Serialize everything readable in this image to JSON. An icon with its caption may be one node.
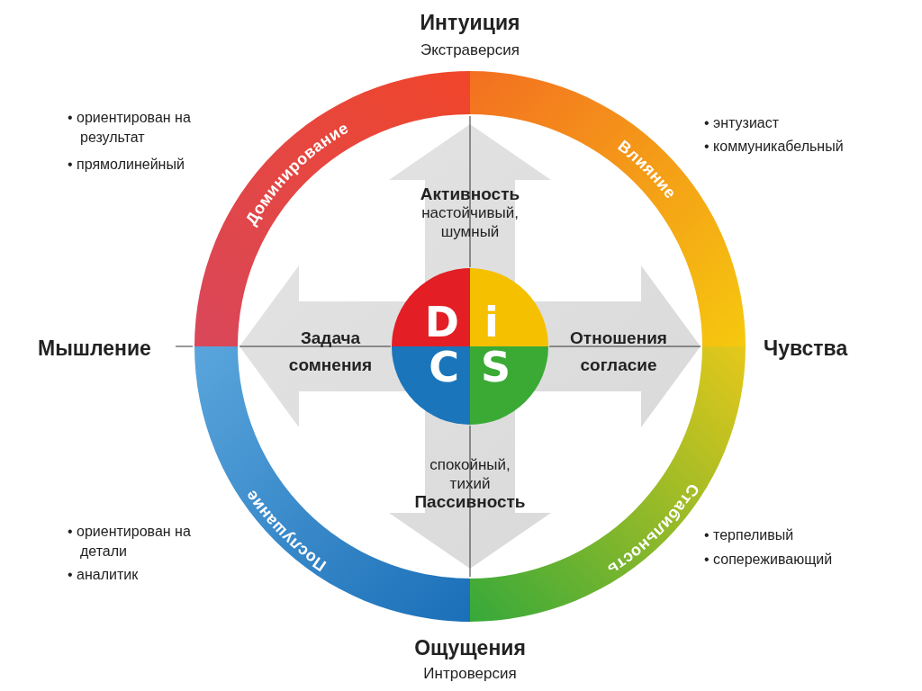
{
  "diagram": {
    "nodes": [
      {
        "text": [
          "Доминирование"
        ]
      },
      {
        "text": [
          "Влияние"
        ]
      },
      {
        "text": [
          "Послушание"
        ]
      },
      {
        "text": [
          "Стабильность"
        ]
      },
      {
        "text": [
          "D"
        ]
      },
      {
        "text": [
          "i"
        ]
      },
      {
        "text": [
          "C"
        ]
      },
      {
        "text": [
          "S"
        ]
      }
    ],
    "labels": [
      "Интуиция",
      "Экстраверсия",
      "• ориентирован на результат",
      "• прямолинейный",
      "• энтузиаст",
      "• коммуникабельный",
      "Активность",
      "настойчивый, шумный",
      "Мышление",
      "Задача",
      "сомнения",
      "Отношения",
      "согласие",
      "Чувства",
      "спокойный, тихий",
      "Пассивность",
      "• ориентирован на детали",
      "• аналитик",
      "• терпеливый",
      "• сопереживающий",
      "Ощущения",
      "Интроверсия"
    ]
  }
}
